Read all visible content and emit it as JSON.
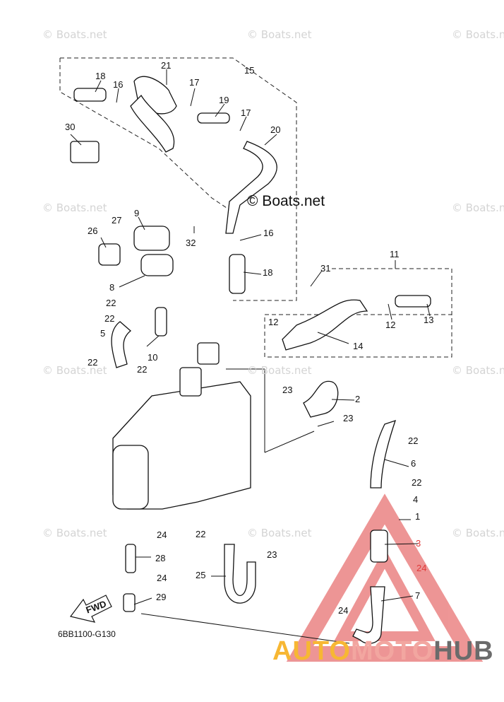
{
  "diagram": {
    "code": "6BB1100-G130",
    "fwd_label": "FWD",
    "copyright_text": "© Boats.net",
    "watermark_text": "© Boats.net",
    "brand": {
      "part1": "AUTO",
      "part2": "MOTO",
      "part3": "HUB"
    },
    "colors": {
      "brand_yellow": "#f7b733",
      "brand_red": "#e04040",
      "brand_gray": "#6b6b6b",
      "watermark": "#d4d4d4"
    },
    "part_numbers": [
      "21",
      "15",
      "18",
      "16",
      "17",
      "19",
      "17",
      "20",
      "30",
      "9",
      "27",
      "26",
      "32",
      "16",
      "8",
      "18",
      "31",
      "11",
      "22",
      "22",
      "12",
      "13",
      "12",
      "14",
      "5",
      "10",
      "22",
      "22",
      "2",
      "23",
      "23",
      "22",
      "6",
      "22",
      "4",
      "1",
      "3",
      "24",
      "7",
      "24",
      "22",
      "23",
      "25",
      "24",
      "28",
      "24",
      "29",
      "24"
    ]
  }
}
